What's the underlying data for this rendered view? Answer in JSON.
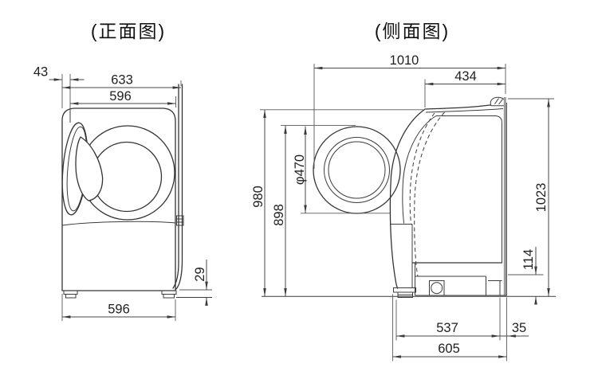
{
  "front_view": {
    "title": "(正面图)",
    "dims": {
      "door_offset": "43",
      "overall_width": "633",
      "body_width": "596",
      "bottom_width": "596",
      "foot_height": "29"
    }
  },
  "side_view": {
    "title": "(侧面图)",
    "dims": {
      "overall_depth": "1010",
      "top_depth": "434",
      "body_height": "980",
      "door_top_height": "898",
      "door_diameter": "φ470",
      "overall_height": "1023",
      "base_height": "114",
      "base_depth": "537",
      "rear_offset": "35",
      "bottom_depth": "605"
    }
  }
}
